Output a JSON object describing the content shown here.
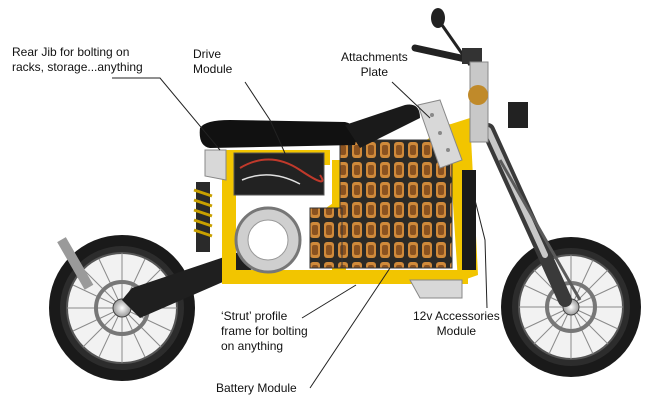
{
  "callouts": {
    "rear_jib": "Rear Jib for bolting on\nracks, storage...anything",
    "drive_module": "Drive\nModule",
    "attachments_plate": "Attachments\nPlate",
    "strut_frame": "‘Strut’ profile\nframe for bolting\non anything",
    "accessories_module": "12v Accessories\nModule",
    "battery_module": "Battery Module"
  },
  "colors": {
    "frame_yellow": "#F2C500",
    "tire_black": "#1A1A1A",
    "seat_black": "#111111",
    "chrome": "#C8C8C8"
  }
}
